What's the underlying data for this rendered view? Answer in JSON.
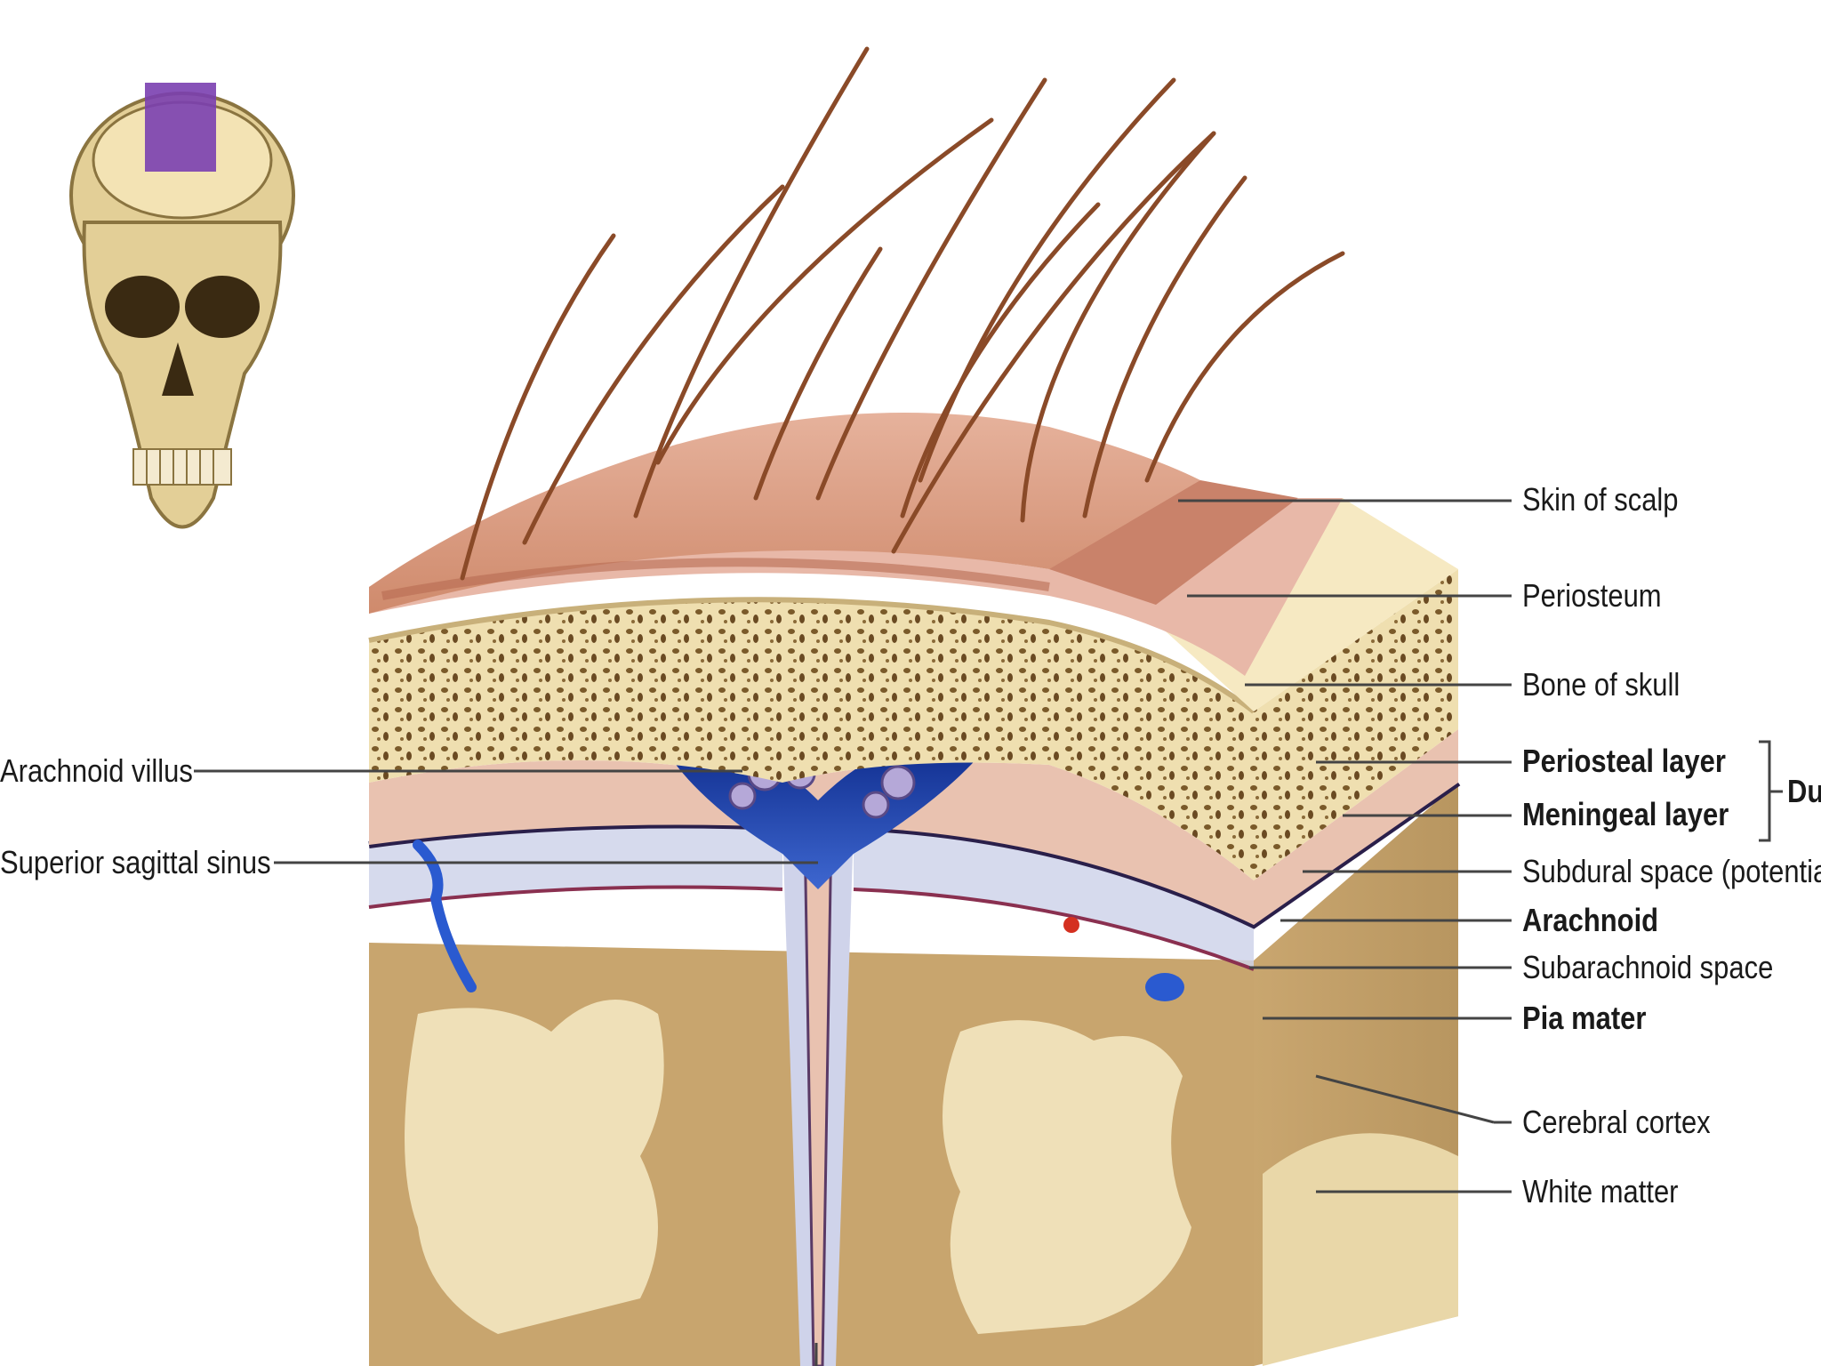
{
  "labels_right": {
    "skin_of_scalp": "Skin of scalp",
    "periosteum": "Periosteum",
    "bone_of_skull": "Bone of skull",
    "periosteal_layer": "Periosteal layer",
    "meningeal_layer": "Meningeal layer",
    "dura_bracket": "Du",
    "subdural_space": "Subdural space (potentia",
    "arachnoid": "Arachnoid",
    "subarachnoid_space": "Subarachnoid space",
    "pia_mater": "Pia mater",
    "cerebral_cortex": "Cerebral cortex",
    "white_matter": "White matter"
  },
  "labels_left": {
    "arachnoid_villus": "Arachnoid villus",
    "superior_sagittal_sinus": "Superior sagittal sinus"
  },
  "colors": {
    "skin": "#d99a80",
    "periosteum": "#e8b8a8",
    "bone": "#f1e3b8",
    "bone_pores": "#7a5a2a",
    "dura": "#e9c2b0",
    "sinus_blue": "#1f3fa8",
    "cortex": "#c8a56e",
    "white_matter": "#efe0b8",
    "hair": "#8a4a28",
    "skull_icon": "#e3cf97",
    "skull_highlight": "#7a3fb0",
    "leader_line": "#444444"
  }
}
